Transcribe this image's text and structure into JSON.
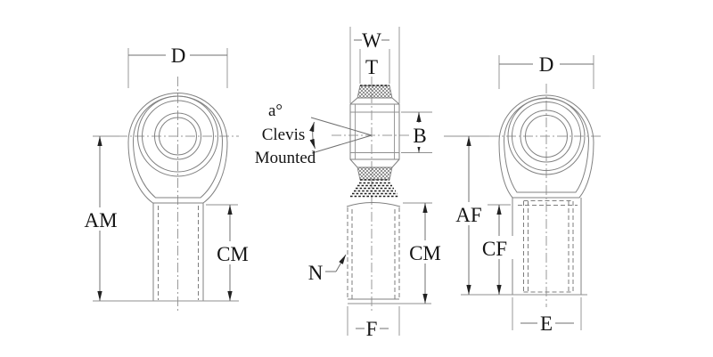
{
  "colors": {
    "background": "#ffffff",
    "line_color": "#818181",
    "extension_line_color": "#8f8f8f",
    "dark_detail_color": "#1c1c1c",
    "text_color": "#141414"
  },
  "views": {
    "male_front": {
      "dim_d": "D",
      "dim_am": "AM",
      "dim_cm": "CM"
    },
    "side": {
      "dim_w": "W",
      "dim_t": "T",
      "dim_b": "B",
      "angle_label": "a°",
      "clevis_line1": "Clevis",
      "clevis_line2": "Mounted",
      "leader_n": "N",
      "dim_cm": "CM",
      "dim_f": "F"
    },
    "female_front": {
      "dim_d": "D",
      "dim_af": "AF",
      "dim_cf": "CF",
      "dim_e": "E"
    }
  }
}
